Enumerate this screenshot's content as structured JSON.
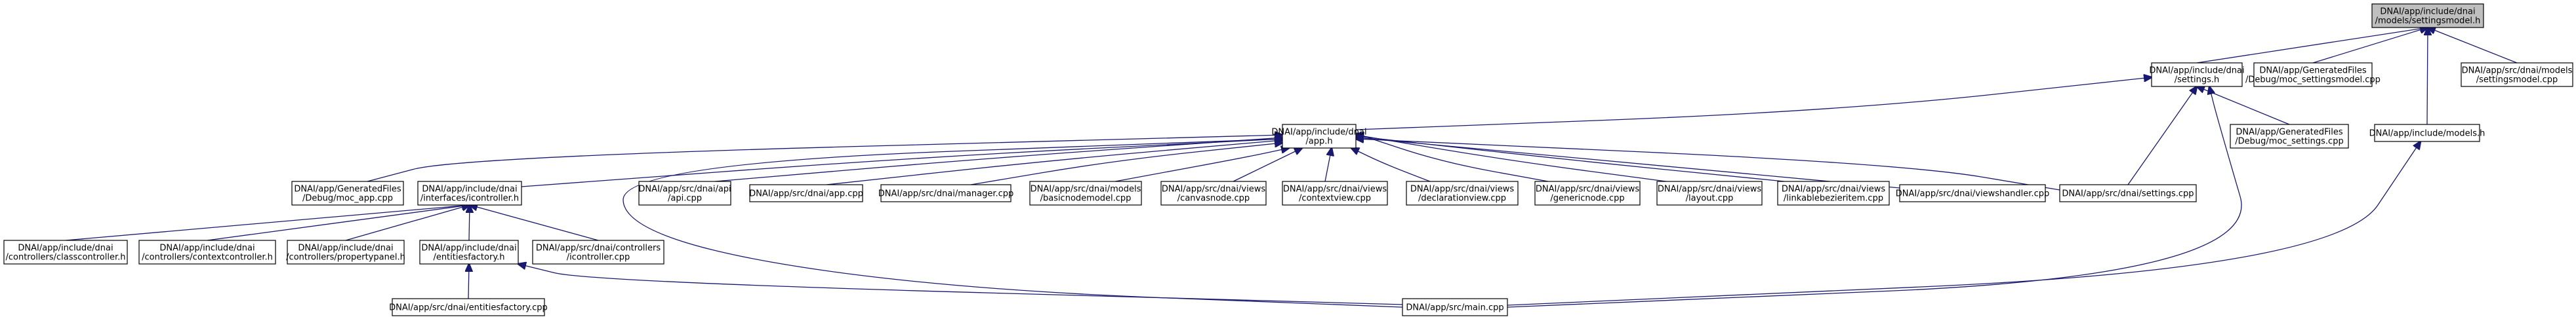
{
  "graph": {
    "nodes": [
      {
        "id": "root",
        "lines": [
          "DNAI/app/include/dnai",
          "/models/settingsmodel.h"
        ],
        "highlight": true
      },
      {
        "id": "settings_h",
        "lines": [
          "DNAI/app/include/dnai",
          "/settings.h"
        ]
      },
      {
        "id": "moc_settingsmodel",
        "lines": [
          "DNAI/app/GeneratedFiles",
          "/Debug/moc_settingsmodel.cpp"
        ]
      },
      {
        "id": "models_h",
        "lines": [
          "DNAI/app/include/models.h"
        ]
      },
      {
        "id": "settingsmodel_cpp",
        "lines": [
          "DNAI/app/src/dnai/models",
          "/settingsmodel.cpp"
        ]
      },
      {
        "id": "app_h",
        "lines": [
          "DNAI/app/include/dnai",
          "/app.h"
        ]
      },
      {
        "id": "moc_settings",
        "lines": [
          "DNAI/app/GeneratedFiles",
          "/Debug/moc_settings.cpp"
        ]
      },
      {
        "id": "moc_app",
        "lines": [
          "DNAI/app/GeneratedFiles",
          "/Debug/moc_app.cpp"
        ]
      },
      {
        "id": "icontroller_h",
        "lines": [
          "DNAI/app/include/dnai",
          "/interfaces/icontroller.h"
        ]
      },
      {
        "id": "api_cpp",
        "lines": [
          "DNAI/app/src/dnai/api",
          "/api.cpp"
        ]
      },
      {
        "id": "app_cpp",
        "lines": [
          "DNAI/app/src/dnai/app.cpp"
        ]
      },
      {
        "id": "manager_cpp",
        "lines": [
          "DNAI/app/src/dnai/manager.cpp"
        ]
      },
      {
        "id": "basicnodemodel_cpp",
        "lines": [
          "DNAI/app/src/dnai/models",
          "/basicnodemodel.cpp"
        ]
      },
      {
        "id": "canvasnode_cpp",
        "lines": [
          "DNAI/app/src/dnai/views",
          "/canvasnode.cpp"
        ]
      },
      {
        "id": "contextview_cpp",
        "lines": [
          "DNAI/app/src/dnai/views",
          "/contextview.cpp"
        ]
      },
      {
        "id": "declarationview_cpp",
        "lines": [
          "DNAI/app/src/dnai/views",
          "/declarationview.cpp"
        ]
      },
      {
        "id": "genericnode_cpp",
        "lines": [
          "DNAI/app/src/dnai/views",
          "/genericnode.cpp"
        ]
      },
      {
        "id": "layout_cpp",
        "lines": [
          "DNAI/app/src/dnai/views",
          "/layout.cpp"
        ]
      },
      {
        "id": "linkablebezieritem_cpp",
        "lines": [
          "DNAI/app/src/dnai/views",
          "/linkablebezieritem.cpp"
        ]
      },
      {
        "id": "viewshandler_cpp",
        "lines": [
          "DNAI/app/src/dnai/viewshandler.cpp"
        ]
      },
      {
        "id": "settings_cpp",
        "lines": [
          "DNAI/app/src/dnai/settings.cpp"
        ]
      },
      {
        "id": "classcontroller_h",
        "lines": [
          "DNAI/app/include/dnai",
          "/controllers/classcontroller.h"
        ]
      },
      {
        "id": "contextcontroller_h",
        "lines": [
          "DNAI/app/include/dnai",
          "/controllers/contextcontroller.h"
        ]
      },
      {
        "id": "propertypanel_h",
        "lines": [
          "DNAI/app/include/dnai",
          "/controllers/propertypanel.h"
        ]
      },
      {
        "id": "entitiesfactory_h",
        "lines": [
          "DNAI/app/include/dnai",
          "/entitiesfactory.h"
        ]
      },
      {
        "id": "icontroller_cpp",
        "lines": [
          "DNAI/app/src/dnai/controllers",
          "/icontroller.cpp"
        ]
      },
      {
        "id": "entitiesfactory_cpp",
        "lines": [
          "DNAI/app/src/dnai/entitiesfactory.cpp"
        ]
      },
      {
        "id": "main_cpp",
        "lines": [
          "DNAI/app/src/main.cpp"
        ]
      }
    ],
    "edges": [
      {
        "from": "settings_h",
        "to": "root"
      },
      {
        "from": "moc_settingsmodel",
        "to": "root"
      },
      {
        "from": "models_h",
        "to": "root"
      },
      {
        "from": "settingsmodel_cpp",
        "to": "root"
      },
      {
        "from": "app_h",
        "to": "settings_h"
      },
      {
        "from": "moc_settings",
        "to": "settings_h"
      },
      {
        "from": "settings_cpp",
        "to": "settings_h"
      },
      {
        "from": "main_cpp",
        "to": "settings_h"
      },
      {
        "from": "main_cpp",
        "to": "models_h"
      },
      {
        "from": "moc_app",
        "to": "app_h"
      },
      {
        "from": "icontroller_h",
        "to": "app_h"
      },
      {
        "from": "api_cpp",
        "to": "app_h"
      },
      {
        "from": "app_cpp",
        "to": "app_h"
      },
      {
        "from": "manager_cpp",
        "to": "app_h"
      },
      {
        "from": "basicnodemodel_cpp",
        "to": "app_h"
      },
      {
        "from": "canvasnode_cpp",
        "to": "app_h"
      },
      {
        "from": "contextview_cpp",
        "to": "app_h"
      },
      {
        "from": "declarationview_cpp",
        "to": "app_h"
      },
      {
        "from": "genericnode_cpp",
        "to": "app_h"
      },
      {
        "from": "layout_cpp",
        "to": "app_h"
      },
      {
        "from": "linkablebezieritem_cpp",
        "to": "app_h"
      },
      {
        "from": "viewshandler_cpp",
        "to": "app_h"
      },
      {
        "from": "settings_cpp",
        "to": "app_h"
      },
      {
        "from": "main_cpp",
        "to": "app_h"
      },
      {
        "from": "classcontroller_h",
        "to": "icontroller_h"
      },
      {
        "from": "contextcontroller_h",
        "to": "icontroller_h"
      },
      {
        "from": "propertypanel_h",
        "to": "icontroller_h"
      },
      {
        "from": "entitiesfactory_h",
        "to": "icontroller_h"
      },
      {
        "from": "icontroller_cpp",
        "to": "icontroller_h"
      },
      {
        "from": "entitiesfactory_cpp",
        "to": "entitiesfactory_h"
      },
      {
        "from": "main_cpp",
        "to": "entitiesfactory_h"
      }
    ]
  }
}
